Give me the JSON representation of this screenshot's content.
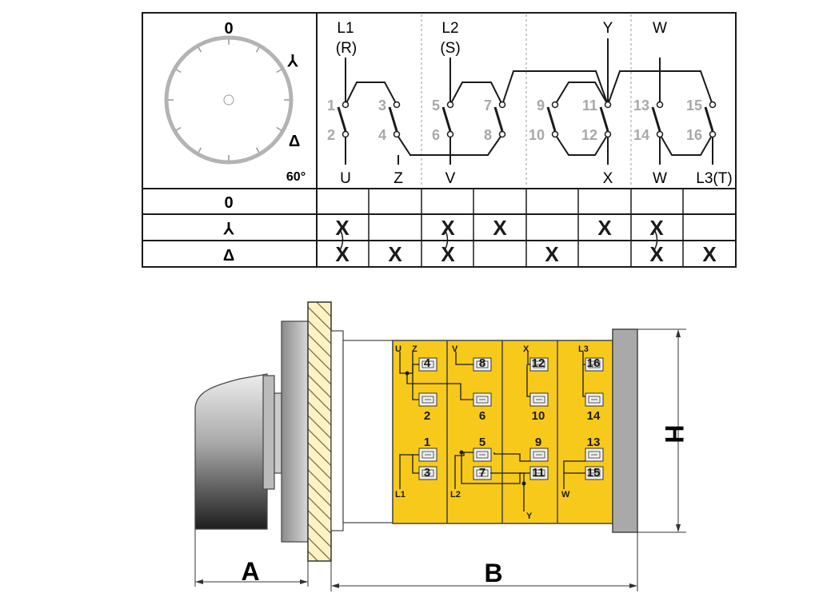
{
  "dial": {
    "pos_zero": "0",
    "pos_star": "⅄",
    "pos_delta": "Δ",
    "angle": "60°"
  },
  "schematic": {
    "supply_l1": "L1",
    "supply_l1_alt": "(R)",
    "supply_l2": "L2",
    "supply_l2_alt": "(S)",
    "top_y": "Y",
    "top_w": "W",
    "bottom_labels": [
      "U",
      "Z",
      "V",
      "X",
      "W",
      "L3(T)"
    ],
    "contacts": [
      {
        "top": "1",
        "bottom": "2"
      },
      {
        "top": "3",
        "bottom": "4"
      },
      {
        "top": "5",
        "bottom": "6"
      },
      {
        "top": "7",
        "bottom": "8"
      },
      {
        "top": "9",
        "bottom": "10"
      },
      {
        "top": "11",
        "bottom": "12"
      },
      {
        "top": "13",
        "bottom": "14"
      },
      {
        "top": "15",
        "bottom": "16"
      }
    ]
  },
  "table": {
    "rows": [
      {
        "label": "0",
        "marks": [
          "",
          "",
          "",
          "",
          "",
          "",
          "",
          ""
        ]
      },
      {
        "label": "⅄",
        "marks": [
          "X",
          "",
          "X",
          "X",
          "",
          "X",
          "X",
          ""
        ]
      },
      {
        "label": "Δ",
        "marks": [
          "X",
          "X",
          "X",
          "",
          "X",
          "",
          "X",
          "X"
        ]
      }
    ]
  },
  "terminal_block": {
    "col1": {
      "tag_u": "U",
      "tag_z": "Z",
      "t4": "4",
      "t2": "2",
      "t1": "1",
      "t3": "3",
      "tag_l1": "L1"
    },
    "col2": {
      "tag_v": "V",
      "t8": "8",
      "t6": "6",
      "t5": "5",
      "t7": "7",
      "tag_l2": "L2"
    },
    "col3": {
      "tag_x": "X",
      "t12": "12",
      "t10": "10",
      "t9": "9",
      "t11": "11",
      "tag_y": "Y"
    },
    "col4": {
      "tag_l3": "L3",
      "t16": "16",
      "t14": "14",
      "t13": "13",
      "t15": "15",
      "tag_w": "W"
    }
  },
  "dimensions": {
    "a": "A",
    "b": "B",
    "h": "H"
  }
}
